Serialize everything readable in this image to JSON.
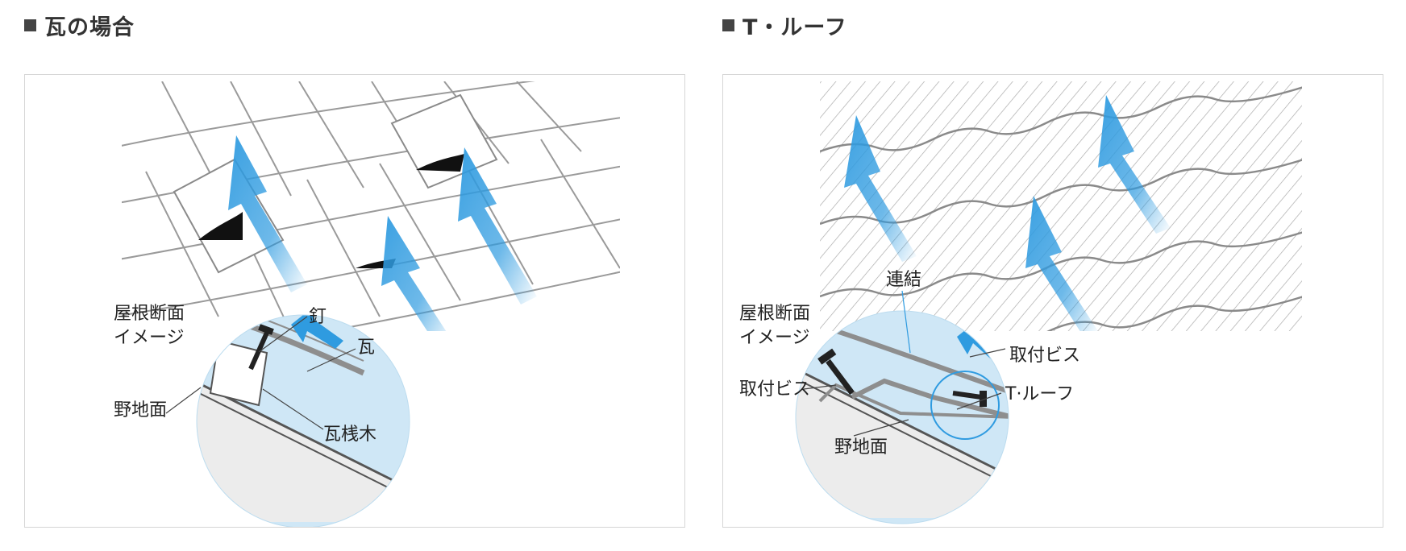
{
  "headings": {
    "kawara": "瓦の場合",
    "troof": "T・ルーフ"
  },
  "kawara_panel": {
    "section_title_1": "屋根断面",
    "section_title_2": "イメージ",
    "nail": "釘",
    "tile": "瓦",
    "ground_surface": "野地面",
    "batten": "瓦桟木"
  },
  "troof_panel": {
    "section_title_1": "屋根断面",
    "section_title_2": "イメージ",
    "connection": "連結",
    "screw_right": "取付ビス",
    "screw_left": "取付ビス",
    "product": "T·ルーフ",
    "ground_surface": "野地面"
  },
  "colors": {
    "arrow_blue": "#2f9be0",
    "circle_blue": "#cfe7f6",
    "tile_line": "#9a9a9a",
    "panel_border": "#d6d6d6"
  }
}
